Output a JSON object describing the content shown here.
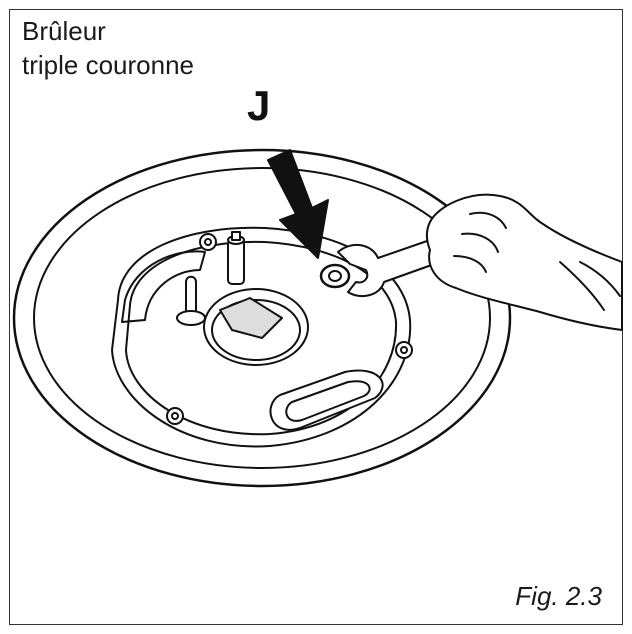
{
  "title_lines": [
    "Brûleur",
    "triple couronne"
  ],
  "part_label": "J",
  "figure_label": "Fig. 2.3",
  "colors": {
    "ink": "#111111",
    "paper": "#ffffff",
    "shade": "#bdbdbd"
  }
}
